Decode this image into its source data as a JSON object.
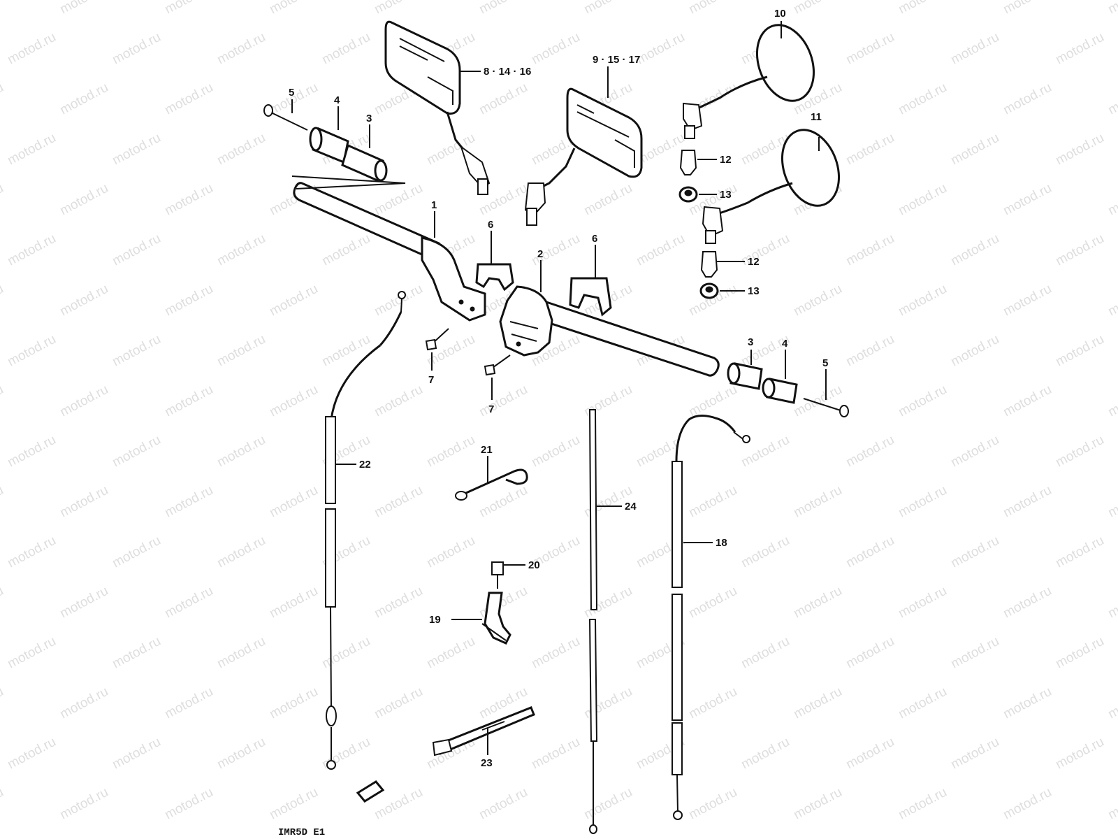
{
  "watermark": "motod.ru",
  "diagram_code": "IMR5D E1",
  "callouts": [
    {
      "id": "c8",
      "text": "8 · 14 · 16"
    },
    {
      "id": "c9",
      "text": "9 · 15 · 17"
    },
    {
      "id": "c10",
      "text": "10"
    },
    {
      "id": "c11",
      "text": "11"
    },
    {
      "id": "c12a",
      "text": "12"
    },
    {
      "id": "c13a",
      "text": "13"
    },
    {
      "id": "c12b",
      "text": "12"
    },
    {
      "id": "c13b",
      "text": "13"
    },
    {
      "id": "c5a",
      "text": "5"
    },
    {
      "id": "c4a",
      "text": "4"
    },
    {
      "id": "c3a",
      "text": "3"
    },
    {
      "id": "c1",
      "text": "1"
    },
    {
      "id": "c6a",
      "text": "6"
    },
    {
      "id": "c2",
      "text": "2"
    },
    {
      "id": "c6b",
      "text": "6"
    },
    {
      "id": "c7a",
      "text": "7"
    },
    {
      "id": "c7b",
      "text": "7"
    },
    {
      "id": "c3b",
      "text": "3"
    },
    {
      "id": "c4b",
      "text": "4"
    },
    {
      "id": "c5b",
      "text": "5"
    },
    {
      "id": "c22",
      "text": "22"
    },
    {
      "id": "c21",
      "text": "21"
    },
    {
      "id": "c24",
      "text": "24"
    },
    {
      "id": "c18",
      "text": "18"
    },
    {
      "id": "c20",
      "text": "20"
    },
    {
      "id": "c19",
      "text": "19"
    },
    {
      "id": "c23",
      "text": "23"
    }
  ]
}
